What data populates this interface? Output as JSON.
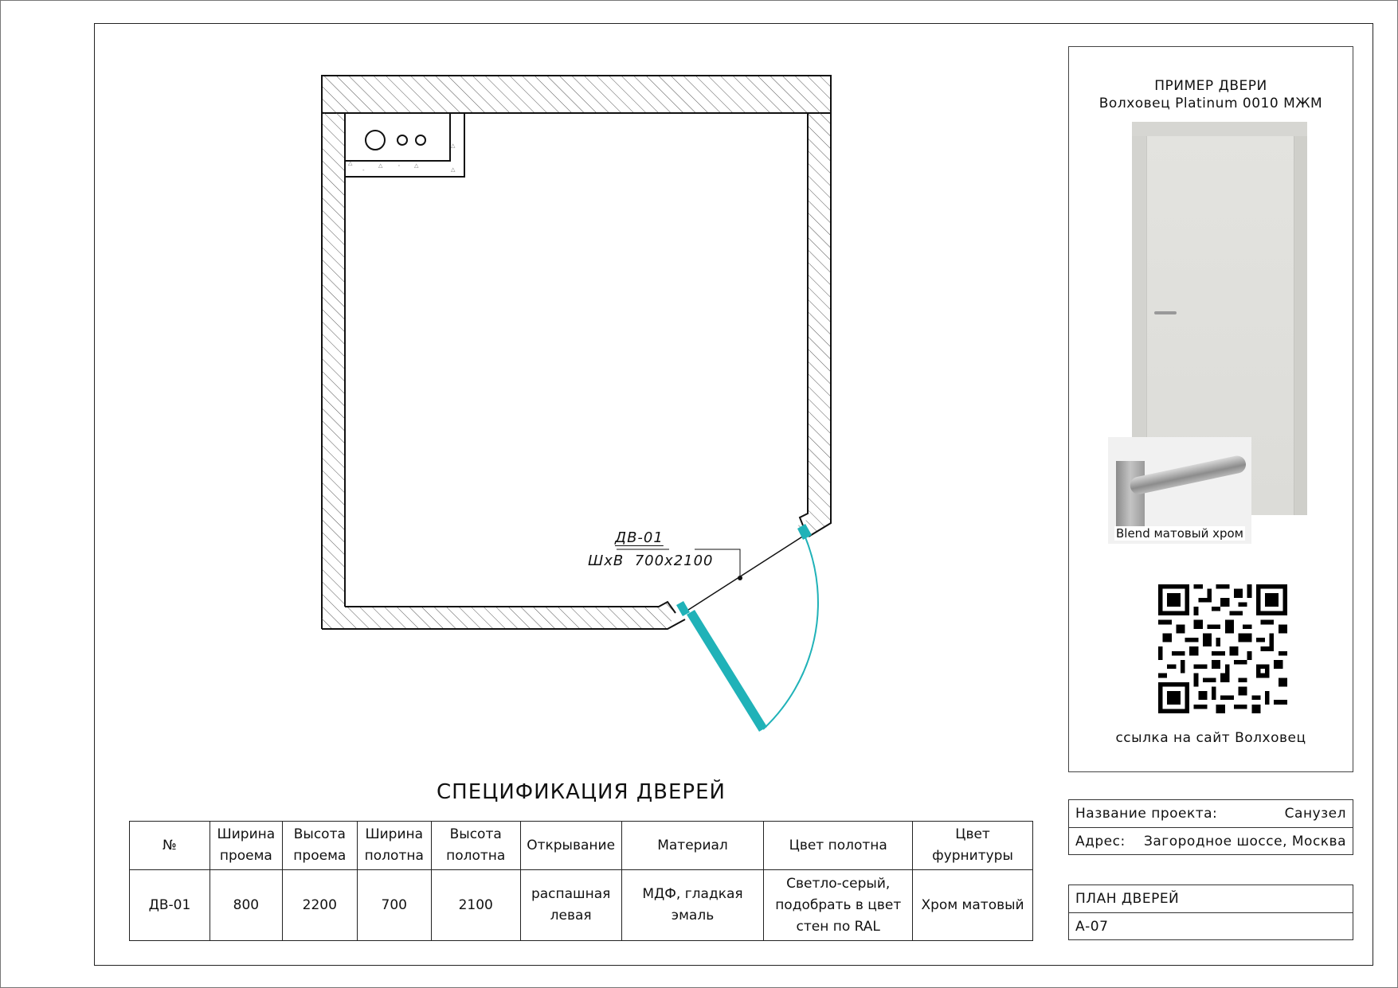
{
  "sheet": {
    "plan_title": "ПЛАН ДВЕРЕЙ",
    "sheet_code": "А-07"
  },
  "project": {
    "name_label": "Название проекта:",
    "name_value": "Санузел",
    "address_label": "Адрес:",
    "address_value": "Загородное шоссе, Москва"
  },
  "door_example": {
    "title": "ПРИМЕР ДВЕРИ",
    "model": "Волховец Platinum 0010 МЖМ",
    "handle_caption": "Blend матовый хром",
    "qr_caption": "ссылка на сайт Волховец"
  },
  "floor_plan": {
    "door_tag": "ДВ-01",
    "door_size": "ШхВ  700х2100",
    "door_color": "#20b2b8",
    "line_color": "#111111"
  },
  "specification": {
    "title": "СПЕЦИФИКАЦИЯ ДВЕРЕЙ",
    "columns": [
      "№",
      "Ширина проема",
      "Высота проема",
      "Ширина полотна",
      "Высота полотна",
      "Открывание",
      "Материал",
      "Цвет полотна",
      "Цвет фурнитуры"
    ],
    "rows": [
      {
        "id": "ДВ-01",
        "opening_width": "800",
        "opening_height": "2200",
        "leaf_width": "700",
        "leaf_height": "2100",
        "opening_type": "распашная левая",
        "material": "МДФ, гладкая эмаль",
        "leaf_color": "Светло-серый, подобрать в цвет стен по RAL",
        "hardware_color": "Хром матовый"
      }
    ]
  }
}
